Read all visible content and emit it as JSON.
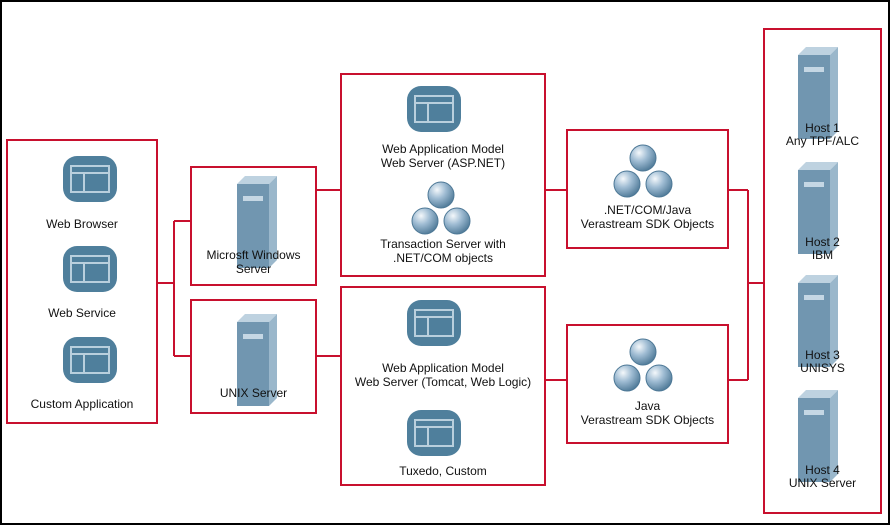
{
  "colors": {
    "box_border": "#c8102e",
    "line": "#c8102e",
    "window_icon_fill": "#4f7f9c",
    "server_fill": "#7196b0",
    "sphere_fill": "#6e98b8",
    "frame": "#000000"
  },
  "clients": {
    "web_browser": "Web Browser",
    "web_service": "Web Service",
    "custom_application": "Custom Application"
  },
  "servers": {
    "windows_line1": "Microsft Windows",
    "windows_line2": "Server",
    "unix": "UNIX Server"
  },
  "windows_stack": {
    "web_app_line1": "Web Application Model",
    "web_app_line2": "Web Server (ASP.NET)",
    "transaction_line1": "Transaction Server with",
    "transaction_line2": ".NET/COM objects"
  },
  "unix_stack": {
    "web_app_line1": "Web Application Model",
    "web_app_line2": "Web Server (Tomcat, Web Logic)",
    "tuxedo": "Tuxedo, Custom"
  },
  "sdk": {
    "dotnet_line1": ".NET/COM/Java",
    "dotnet_line2": "Verastream SDK Objects",
    "java_line1": "Java",
    "java_line2": "Verastream SDK Objects"
  },
  "hosts": [
    {
      "line1": "Host 1",
      "line2": "Any TPF/ALC"
    },
    {
      "line1": "Host 2",
      "line2": "IBM"
    },
    {
      "line1": "Host 3",
      "line2": "UNISYS"
    },
    {
      "line1": "Host 4",
      "line2": "UNIX Server"
    }
  ],
  "icons": [
    "window-icon",
    "server-icon",
    "sphere-cluster-icon"
  ]
}
